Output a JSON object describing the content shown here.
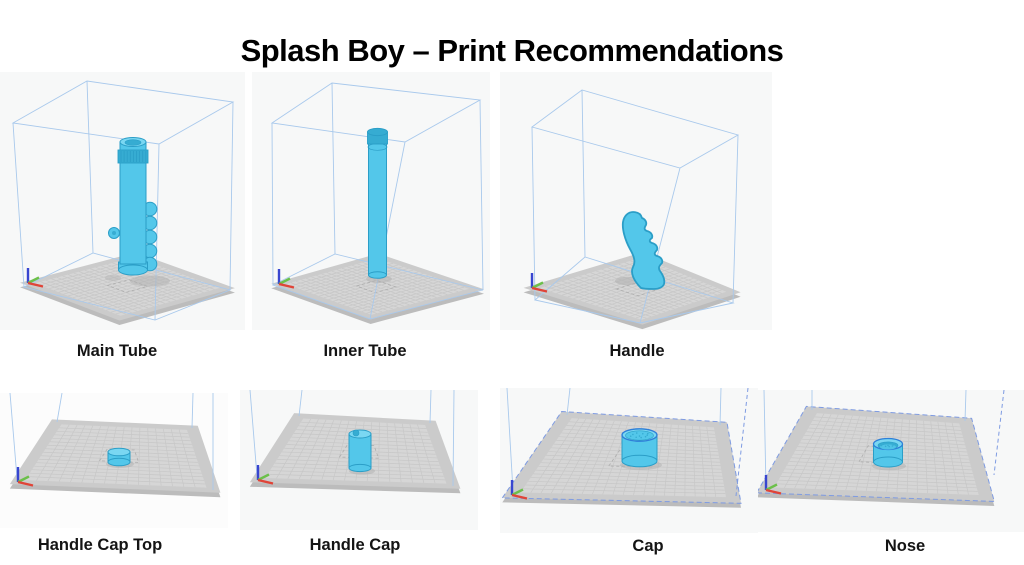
{
  "title": "Splash Boy – Print Recommendations",
  "parts": {
    "top": [
      {
        "id": "main-tube",
        "label": "Main Tube"
      },
      {
        "id": "inner-tube",
        "label": "Inner Tube"
      },
      {
        "id": "handle",
        "label": "Handle"
      }
    ],
    "bottom": [
      {
        "id": "handle-cap-top",
        "label": "Handle Cap Top"
      },
      {
        "id": "handle-cap",
        "label": "Handle Cap"
      },
      {
        "id": "cap",
        "label": "Cap"
      },
      {
        "id": "nose",
        "label": "Nose"
      }
    ]
  },
  "colors": {
    "page_bg": "#FFFFFF",
    "panel_bg": "#F7F8F8",
    "panel_bg_light": "#FCFCFC",
    "title_text": "#000000",
    "caption_text": "#141414",
    "model": "#53C7EA",
    "model_light": "#7AD7F2",
    "model_dark": "#36ACD2",
    "model_edge": "#2B9EC7",
    "selection_outline": "#2E7FD8",
    "wire": "#A9C9EC",
    "wire_dashed": "#7E9BE2",
    "plate_top": "#D6D6D6",
    "plate_outer": "#CBCBCB",
    "plate_rim": "#BCBCBC",
    "plate_grid": "#C7C7C7",
    "center_marks": "#ADADAD",
    "shadow": "#AFAFAF",
    "axis_x": "#E04438",
    "axis_y": "#6CC04A",
    "axis_z": "#3845D0"
  }
}
